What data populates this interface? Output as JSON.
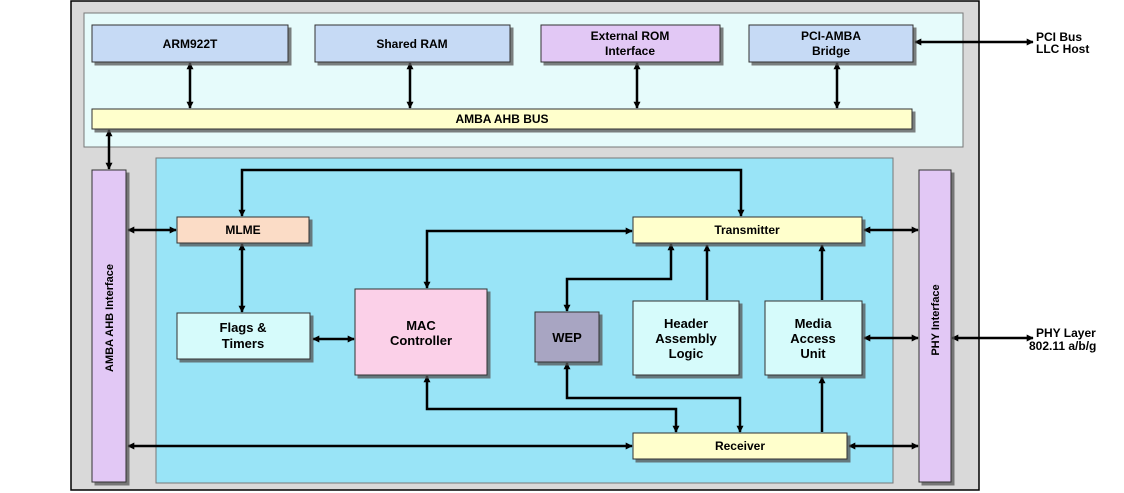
{
  "blocks": {
    "arm": "ARM922T",
    "shared_ram": "Shared RAM",
    "ext_rom_1": "External ROM",
    "ext_rom_2": "Interface",
    "pci_bridge_1": "PCI-AMBA",
    "pci_bridge_2": "Bridge",
    "amba_bus": "AMBA AHB BUS",
    "amba_interface": "AMBA AHB Interface",
    "phy_interface": "PHY Interface",
    "mlme": "MLME",
    "transmitter": "Transmitter",
    "flags_1": "Flags &",
    "flags_2": "Timers",
    "mac_1": "MAC",
    "mac_2": "Controller",
    "wep": "WEP",
    "header_1": "Header",
    "header_2": "Assembly",
    "header_3": "Logic",
    "media_1": "Media",
    "media_2": "Access",
    "media_3": "Unit",
    "receiver": "Receiver"
  },
  "external": {
    "pci_1": "PCI Bus",
    "pci_2": "LLC Host",
    "phy_1": "PHY Layer",
    "phy_2": "802.11 a/b/g"
  },
  "colors": {
    "outer_bg": "#d9d9d9",
    "top_panel": "#e6fbfb",
    "mac_panel": "#99e4f7",
    "blue_block": "#c6daf5",
    "lavender_block": "#e2c8f5",
    "yellow_block": "#ffffcc",
    "peach_block": "#fbdcc6",
    "pink_block": "#fbd0e8",
    "grey_block": "#a8a5c2",
    "cyan_block": "#d6fbfb",
    "side_bar": "#e2c8f5"
  }
}
